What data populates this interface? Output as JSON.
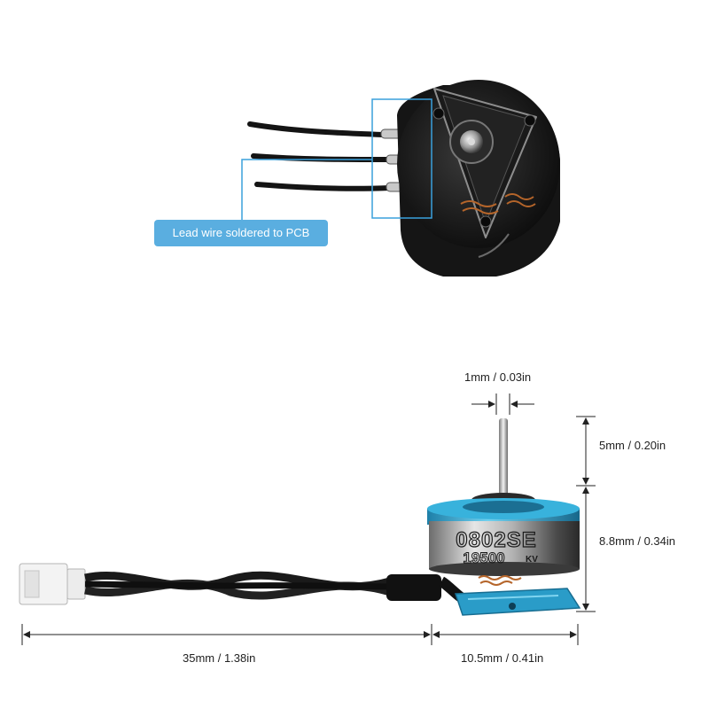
{
  "callout": {
    "text": "Lead wire soldered to PCB"
  },
  "dimensions": {
    "shaft_diameter": "1mm / 0.03in",
    "shaft_length": "5mm / 0.20in",
    "motor_height": "8.8mm / 0.34in",
    "wire_length": "35mm / 1.38in",
    "motor_width": "10.5mm / 0.41in"
  },
  "motor_marking": {
    "model": "0802SE",
    "kv": "19500",
    "kv_unit": "KV"
  },
  "colors": {
    "accent": "#5aaee0",
    "highlight_box": "#3aa0dc",
    "motor_blue": "#2a9cc8",
    "wire": "#1a1a1a",
    "dimension_line": "#222222"
  }
}
